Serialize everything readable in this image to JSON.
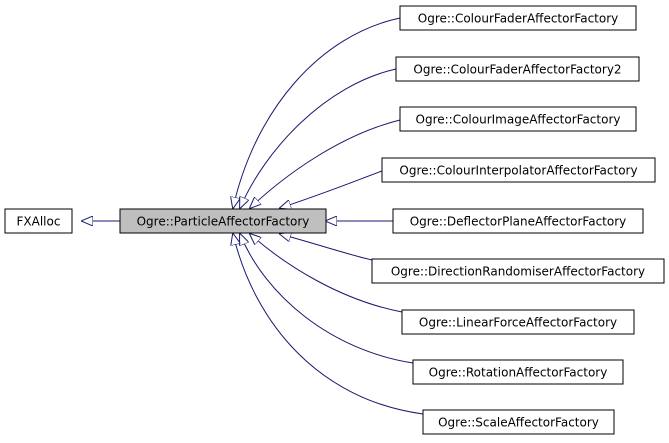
{
  "colors": {
    "edge": "#191970",
    "focus_fill": "#bfbfbf",
    "node_fill": "#ffffff",
    "node_border": "#000000"
  },
  "nodes": {
    "fxalloc": "FXAlloc",
    "particle_affector_factory": "Ogre::ParticleAffectorFactory",
    "colour_fader": "Ogre::ColourFaderAffectorFactory",
    "colour_fader2": "Ogre::ColourFaderAffectorFactory2",
    "colour_image": "Ogre::ColourImageAffectorFactory",
    "colour_interpolator": "Ogre::ColourInterpolatorAffectorFactory",
    "deflector_plane": "Ogre::DeflectorPlaneAffectorFactory",
    "direction_randomiser": "Ogre::DirectionRandomiserAffectorFactory",
    "linear_force": "Ogre::LinearForceAffectorFactory",
    "rotation": "Ogre::RotationAffectorFactory",
    "scale": "Ogre::ScaleAffectorFactory"
  }
}
